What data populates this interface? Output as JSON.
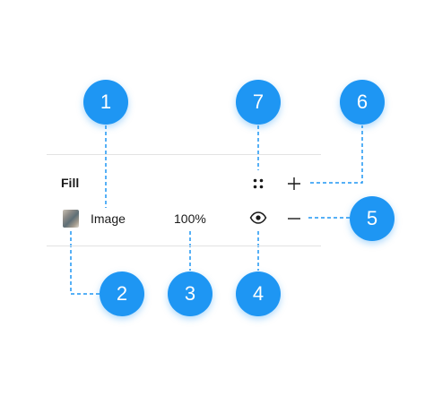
{
  "fill_panel": {
    "section_title": "Fill",
    "layer": {
      "thumbnail_icon": "image-thumbnail",
      "type_label": "Image",
      "opacity": "100%",
      "visibility_icon": "eye-icon"
    },
    "styles_icon": "four-dots-icon",
    "add_icon": "plus-icon",
    "remove_icon": "minus-icon"
  },
  "callouts": [
    "1",
    "2",
    "3",
    "4",
    "5",
    "6",
    "7"
  ],
  "colors": {
    "badge": "#1e96f3",
    "dashed_line": "#1e96f3",
    "divider": "#e3e3e3",
    "text": "#1a1a1a"
  }
}
